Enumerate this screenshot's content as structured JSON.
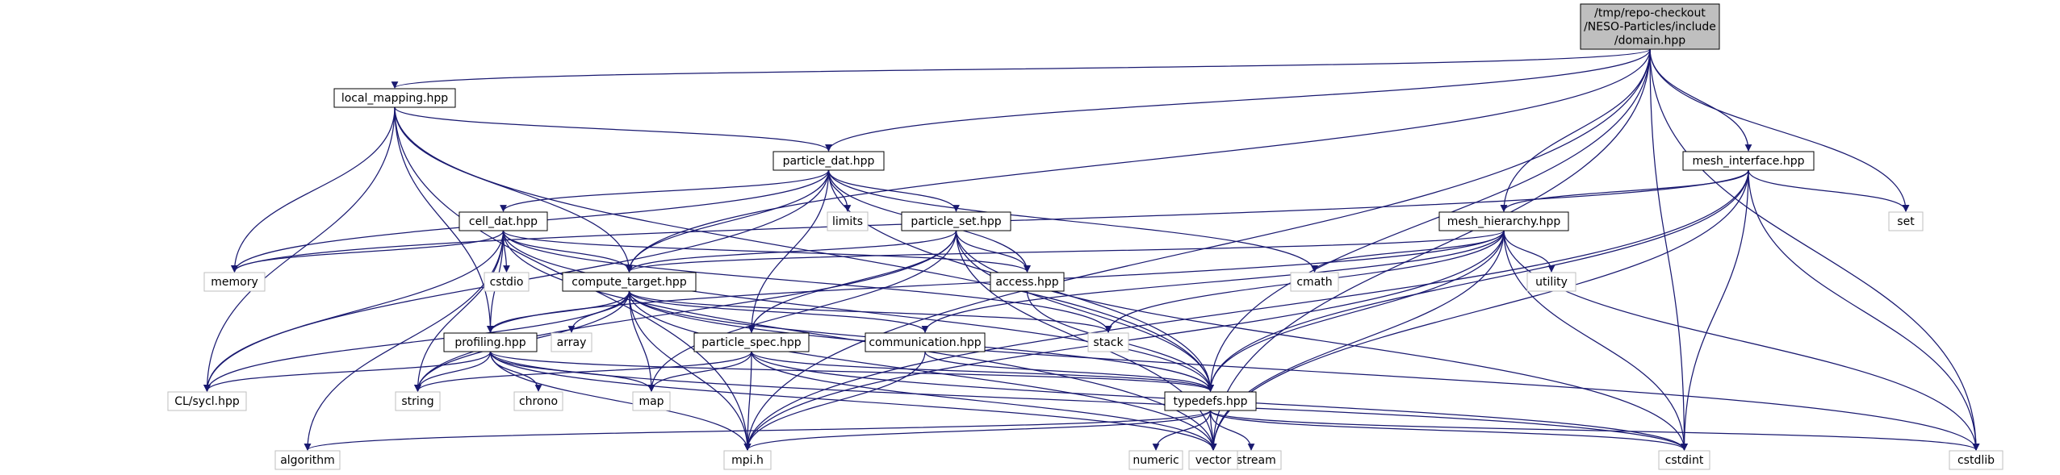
{
  "diagram": {
    "colors": {
      "edge": "#191970",
      "root_fill": "#bfbfbf",
      "node_border": "#000000",
      "system_border": "#bfbfbf",
      "background": "#ffffff"
    },
    "nodes": [
      {
        "id": "domain",
        "label": [
          "/tmp/repo-checkout",
          "/NESO-Particles/include",
          "/domain.hpp"
        ],
        "kind": "root"
      },
      {
        "id": "local_mapping",
        "label": [
          "local_mapping.hpp"
        ],
        "kind": "local"
      },
      {
        "id": "particle_dat",
        "label": [
          "particle_dat.hpp"
        ],
        "kind": "local"
      },
      {
        "id": "mesh_interface",
        "label": [
          "mesh_interface.hpp"
        ],
        "kind": "local"
      },
      {
        "id": "cell_dat",
        "label": [
          "cell_dat.hpp"
        ],
        "kind": "local"
      },
      {
        "id": "particle_set",
        "label": [
          "particle_set.hpp"
        ],
        "kind": "local"
      },
      {
        "id": "mesh_hierarchy",
        "label": [
          "mesh_hierarchy.hpp"
        ],
        "kind": "local"
      },
      {
        "id": "compute_target",
        "label": [
          "compute_target.hpp"
        ],
        "kind": "local"
      },
      {
        "id": "access",
        "label": [
          "access.hpp"
        ],
        "kind": "local"
      },
      {
        "id": "profiling",
        "label": [
          "profiling.hpp"
        ],
        "kind": "local"
      },
      {
        "id": "particle_spec",
        "label": [
          "particle_spec.hpp"
        ],
        "kind": "local"
      },
      {
        "id": "communication",
        "label": [
          "communication.hpp"
        ],
        "kind": "local"
      },
      {
        "id": "typedefs",
        "label": [
          "typedefs.hpp"
        ],
        "kind": "local"
      },
      {
        "id": "limits",
        "label": [
          "limits"
        ],
        "kind": "system"
      },
      {
        "id": "memory",
        "label": [
          "memory"
        ],
        "kind": "system"
      },
      {
        "id": "cstdio",
        "label": [
          "cstdio"
        ],
        "kind": "system"
      },
      {
        "id": "cmath",
        "label": [
          "cmath"
        ],
        "kind": "system"
      },
      {
        "id": "utility",
        "label": [
          "utility"
        ],
        "kind": "system"
      },
      {
        "id": "set",
        "label": [
          "set"
        ],
        "kind": "system"
      },
      {
        "id": "array",
        "label": [
          "array"
        ],
        "kind": "system"
      },
      {
        "id": "stack",
        "label": [
          "stack"
        ],
        "kind": "system"
      },
      {
        "id": "cl_sycl",
        "label": [
          "CL/sycl.hpp"
        ],
        "kind": "system"
      },
      {
        "id": "string",
        "label": [
          "string"
        ],
        "kind": "system"
      },
      {
        "id": "chrono",
        "label": [
          "chrono"
        ],
        "kind": "system"
      },
      {
        "id": "map",
        "label": [
          "map"
        ],
        "kind": "system"
      },
      {
        "id": "numeric",
        "label": [
          "numeric"
        ],
        "kind": "system"
      },
      {
        "id": "iostream",
        "label": [
          "iostream"
        ],
        "kind": "system"
      },
      {
        "id": "algorithm",
        "label": [
          "algorithm"
        ],
        "kind": "system"
      },
      {
        "id": "mpi",
        "label": [
          "mpi.h"
        ],
        "kind": "system"
      },
      {
        "id": "vector",
        "label": [
          "vector"
        ],
        "kind": "system"
      },
      {
        "id": "cstdint",
        "label": [
          "cstdint"
        ],
        "kind": "system"
      },
      {
        "id": "cstdlib",
        "label": [
          "cstdlib"
        ],
        "kind": "system"
      }
    ],
    "edges": [
      [
        "domain",
        "local_mapping"
      ],
      [
        "domain",
        "particle_dat"
      ],
      [
        "domain",
        "mesh_interface"
      ],
      [
        "domain",
        "mesh_hierarchy"
      ],
      [
        "domain",
        "compute_target"
      ],
      [
        "domain",
        "typedefs"
      ],
      [
        "domain",
        "mpi"
      ],
      [
        "domain",
        "set"
      ],
      [
        "domain",
        "vector"
      ],
      [
        "domain",
        "cstdint"
      ],
      [
        "domain",
        "cstdlib"
      ],
      [
        "local_mapping",
        "particle_dat"
      ],
      [
        "local_mapping",
        "compute_target"
      ],
      [
        "local_mapping",
        "profiling"
      ],
      [
        "local_mapping",
        "typedefs"
      ],
      [
        "local_mapping",
        "memory"
      ],
      [
        "local_mapping",
        "cl_sycl"
      ],
      [
        "local_mapping",
        "mpi"
      ],
      [
        "particle_dat",
        "cell_dat"
      ],
      [
        "particle_dat",
        "particle_set"
      ],
      [
        "particle_dat",
        "compute_target"
      ],
      [
        "particle_dat",
        "access"
      ],
      [
        "particle_dat",
        "particle_spec"
      ],
      [
        "particle_dat",
        "typedefs"
      ],
      [
        "particle_dat",
        "limits"
      ],
      [
        "particle_dat",
        "memory"
      ],
      [
        "particle_dat",
        "cmath"
      ],
      [
        "particle_dat",
        "cl_sycl"
      ],
      [
        "mesh_interface",
        "mesh_hierarchy"
      ],
      [
        "mesh_interface",
        "typedefs"
      ],
      [
        "mesh_interface",
        "memory"
      ],
      [
        "mesh_interface",
        "set"
      ],
      [
        "mesh_interface",
        "mpi"
      ],
      [
        "mesh_interface",
        "vector"
      ],
      [
        "mesh_interface",
        "cstdint"
      ],
      [
        "mesh_interface",
        "cstdlib"
      ],
      [
        "cell_dat",
        "compute_target"
      ],
      [
        "cell_dat",
        "access"
      ],
      [
        "cell_dat",
        "profiling"
      ],
      [
        "cell_dat",
        "typedefs"
      ],
      [
        "cell_dat",
        "memory"
      ],
      [
        "cell_dat",
        "cstdio"
      ],
      [
        "cell_dat",
        "stack"
      ],
      [
        "cell_dat",
        "cl_sycl"
      ],
      [
        "cell_dat",
        "string"
      ],
      [
        "cell_dat",
        "algorithm"
      ],
      [
        "cell_dat",
        "vector"
      ],
      [
        "particle_set",
        "compute_target"
      ],
      [
        "particle_set",
        "access"
      ],
      [
        "particle_set",
        "particle_spec"
      ],
      [
        "particle_set",
        "typedefs"
      ],
      [
        "particle_set",
        "map"
      ],
      [
        "particle_set",
        "string"
      ],
      [
        "particle_set",
        "vector"
      ],
      [
        "particle_set",
        "cstdint"
      ],
      [
        "mesh_hierarchy",
        "compute_target"
      ],
      [
        "mesh_hierarchy",
        "profiling"
      ],
      [
        "mesh_hierarchy",
        "communication"
      ],
      [
        "mesh_hierarchy",
        "typedefs"
      ],
      [
        "mesh_hierarchy",
        "cmath"
      ],
      [
        "mesh_hierarchy",
        "utility"
      ],
      [
        "mesh_hierarchy",
        "stack"
      ],
      [
        "mesh_hierarchy",
        "mpi"
      ],
      [
        "mesh_hierarchy",
        "vector"
      ],
      [
        "mesh_hierarchy",
        "cstdint"
      ],
      [
        "mesh_hierarchy",
        "cstdlib"
      ],
      [
        "compute_target",
        "profiling"
      ],
      [
        "compute_target",
        "communication"
      ],
      [
        "compute_target",
        "typedefs"
      ],
      [
        "compute_target",
        "array"
      ],
      [
        "compute_target",
        "stack"
      ],
      [
        "compute_target",
        "cl_sycl"
      ],
      [
        "compute_target",
        "string"
      ],
      [
        "compute_target",
        "map"
      ],
      [
        "compute_target",
        "mpi"
      ],
      [
        "compute_target",
        "vector"
      ],
      [
        "compute_target",
        "cstdlib"
      ],
      [
        "access",
        "typedefs"
      ],
      [
        "profiling",
        "typedefs"
      ],
      [
        "profiling",
        "cl_sycl"
      ],
      [
        "profiling",
        "string"
      ],
      [
        "profiling",
        "chrono"
      ],
      [
        "profiling",
        "map"
      ],
      [
        "profiling",
        "mpi"
      ],
      [
        "profiling",
        "vector"
      ],
      [
        "profiling",
        "cstdint"
      ],
      [
        "particle_spec",
        "typedefs"
      ],
      [
        "particle_spec",
        "string"
      ],
      [
        "particle_spec",
        "map"
      ],
      [
        "particle_spec",
        "mpi"
      ],
      [
        "particle_spec",
        "vector"
      ],
      [
        "particle_spec",
        "cstdint"
      ],
      [
        "communication",
        "typedefs"
      ],
      [
        "communication",
        "mpi"
      ],
      [
        "typedefs",
        "numeric"
      ],
      [
        "typedefs",
        "iostream"
      ],
      [
        "typedefs",
        "algorithm"
      ],
      [
        "typedefs",
        "mpi"
      ],
      [
        "typedefs",
        "vector"
      ],
      [
        "typedefs",
        "cstdint"
      ],
      [
        "typedefs",
        "cstdlib"
      ]
    ]
  }
}
